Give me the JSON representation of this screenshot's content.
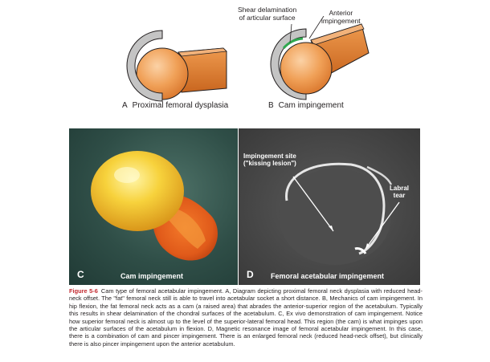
{
  "panel_a": {
    "letter": "A",
    "label": "Proximal femoral dysplasia"
  },
  "panel_b": {
    "letter": "B",
    "label": "Cam impingement",
    "annotation_shear": "Shear delamination\nof articular surface",
    "annotation_anterior": "Anterior\nimpingement"
  },
  "panel_c": {
    "letter": "C",
    "caption": "Cam impingement"
  },
  "panel_d": {
    "letter": "D",
    "caption": "Femoral acetabular impingement",
    "note_site": "Impingement site\n(\"kissing lesion\")",
    "note_tear": "Labral\ntear"
  },
  "figure_caption": {
    "label": "Figure 5-6",
    "text": "Cam type of femoral acetabular impingement. A, Diagram depicting proximal femoral neck dysplasia with reduced head-neck offset. The \"fat\" femoral neck still is able to travel into acetabular socket a short distance. B, Mechanics of cam impingement. In hip flexion, the fat femoral neck acts as a cam (a raised area) that abrades the anterior-superior region of the acetabulum. Typically this results in shear delamination of the chondral surfaces of the acetabulum. C, Ex vivo demonstration of cam impingement. Notice how superior femoral neck is almost up to the level of the superior-lateral femoral head. This region (the cam) is what impinges upon the articular surfaces of the acetabulum in flexion. D, Magnetic resonance image of femoral acetabular impingement. In this case, there is a combination of cam and pincer impingement. There is an enlarged femoral neck (reduced head-neck offset), but clinically there is also pincer impingement upon the anterior acetabulum."
  },
  "colors": {
    "head_orange": "#f0a057",
    "neck_orange": "#d9762c",
    "acetabulum_gray": "#b8b8b8",
    "shear_green": "#2fa84f",
    "caption_red": "#c1272d"
  }
}
